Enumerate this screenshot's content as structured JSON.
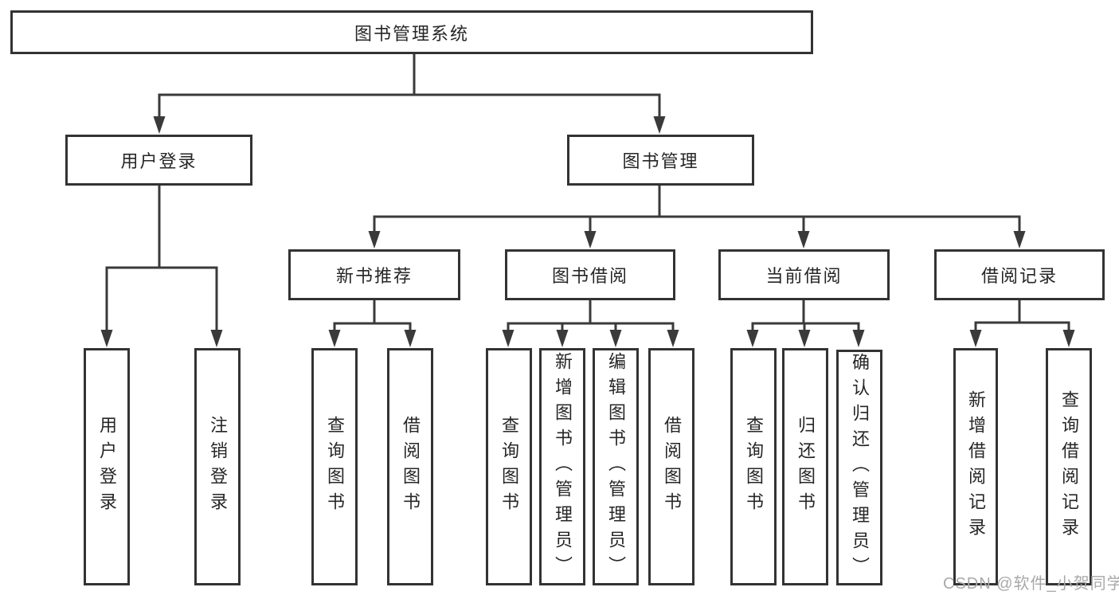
{
  "tree": {
    "root": "图书管理系统",
    "branches": [
      {
        "label": "用户登录",
        "children": [
          "用户登录",
          "注销登录"
        ]
      },
      {
        "label": "图书管理",
        "sections": [
          {
            "label": "新书推荐",
            "children": [
              "查询图书",
              "借阅图书"
            ]
          },
          {
            "label": "图书借阅",
            "children": [
              "查询图书",
              "新增图书（管理员）",
              "编辑图书（管理员）",
              "借阅图书"
            ]
          },
          {
            "label": "当前借阅",
            "children": [
              "查询图书",
              "归还图书",
              "确认归还（管理员）"
            ]
          },
          {
            "label": "借阅记录",
            "children": [
              "新增借阅记录",
              "查询借阅记录"
            ]
          }
        ]
      }
    ]
  },
  "watermark": "CSDN @软件_小贺同学",
  "colors": {
    "line": "#3a3a3a",
    "box_border": "#333333",
    "text": "#262626",
    "watermark": "#a9a9a9",
    "background": "#ffffff"
  }
}
